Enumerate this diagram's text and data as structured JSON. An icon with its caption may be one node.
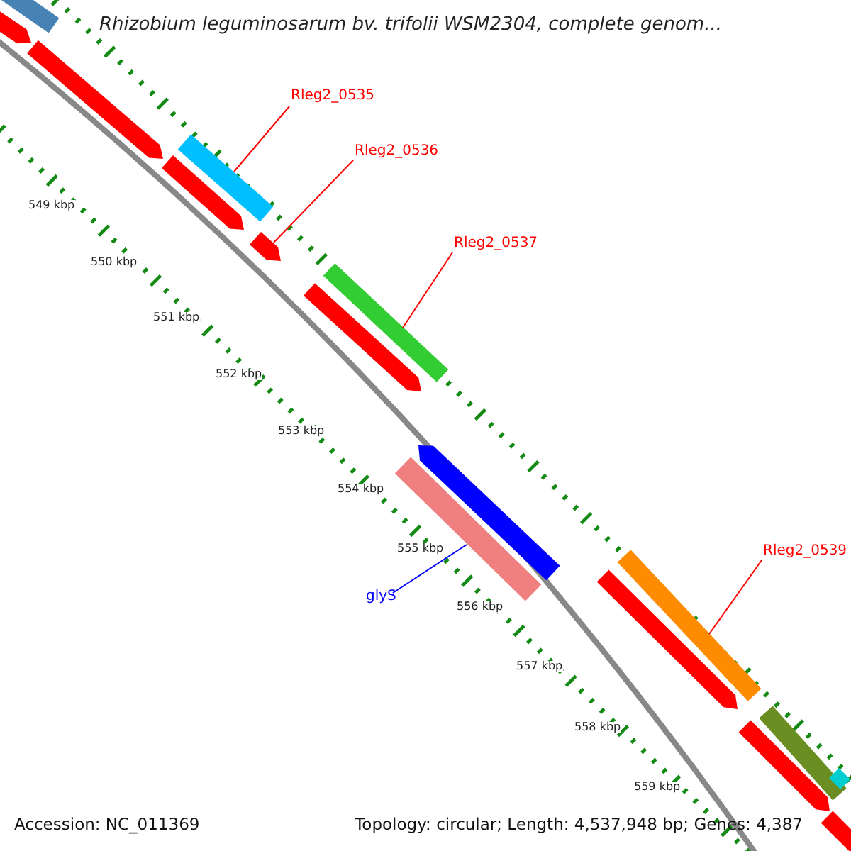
{
  "diagram": {
    "title": "Rhizobium leguminosarum bv. trifolii WSM2304, complete genom...",
    "nodes": [
      {
        "text": [
          "Rleg2_0535"
        ]
      },
      {
        "text": [],
        "shape": "bar"
      },
      {
        "text": [
          "Rleg2_0536"
        ]
      },
      {
        "text": [],
        "shape": "bar"
      },
      {
        "text": [
          "Rleg2_0537"
        ]
      },
      {
        "text": [],
        "shape": "bar"
      },
      {
        "text": [
          "glyS"
        ]
      },
      {
        "text": [],
        "shape": "bar"
      },
      {
        "text": [
          "Rleg2_0539"
        ]
      },
      {
        "text": [],
        "shape": "bar"
      },
      {
        "text": [],
        "shape": "bar"
      },
      {
        "text": [],
        "shape": "bar"
      },
      {
        "text": [],
        "shape": "bar"
      },
      {
        "text": [],
        "shape": "bar"
      },
      {
        "text": [],
        "shape": "bar"
      },
      {
        "text": [],
        "shape": "bar"
      },
      {
        "text": [],
        "shape": "bar"
      },
      {
        "text": [],
        "shape": "bar"
      },
      {
        "text": [],
        "shape": "bar"
      },
      {
        "text": [],
        "shape": "bar"
      },
      {
        "text": [],
        "shape": "bar"
      }
    ],
    "edges": [
      {
        "from": 0,
        "to": 1,
        "arrow": "none"
      },
      {
        "from": 2,
        "to": 3,
        "arrow": "none"
      },
      {
        "from": 4,
        "to": 5,
        "arrow": "none"
      },
      {
        "from": 6,
        "to": 7,
        "arrow": "none",
        "color": "#0000ff"
      },
      {
        "from": 8,
        "to": 9,
        "arrow": "none"
      }
    ],
    "labels": [
      "549 kbp",
      "550 kbp",
      "551 kbp",
      "552 kbp",
      "553 kbp",
      "554 kbp",
      "555 kbp",
      "556 kbp",
      "557 kbp",
      "558 kbp",
      "559 kbp",
      "Accession: NC_011369",
      "Topology: circular; Length: 4,537,948 bp; Genes: 4,387"
    ]
  }
}
